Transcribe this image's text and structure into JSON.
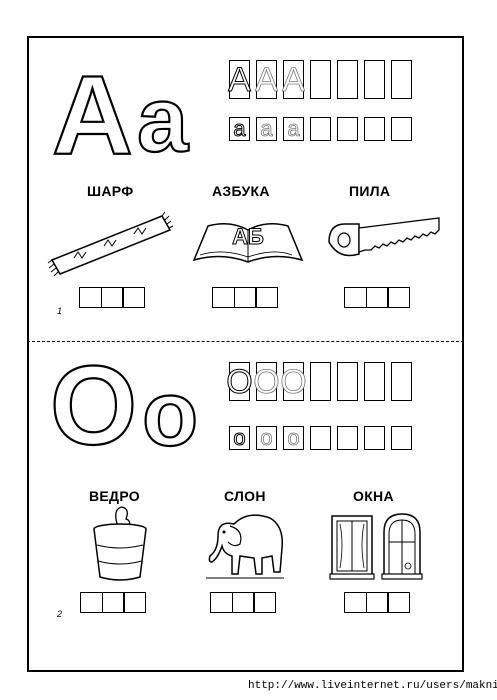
{
  "section1": {
    "upper_letter": "А",
    "lower_letter": "а",
    "upper_trace": [
      "А",
      "А",
      "А"
    ],
    "lower_trace": [
      "а",
      "а",
      "а"
    ],
    "words": [
      "ШАРФ",
      "АЗБУКА",
      "ПИЛА"
    ],
    "book_letters": "АБ",
    "page_number": "1"
  },
  "section2": {
    "upper_letter": "О",
    "lower_letter": "о",
    "upper_trace": [
      "О",
      "О",
      "О"
    ],
    "lower_trace": [
      "о",
      "о",
      "о"
    ],
    "words": [
      "ВЕДРО",
      "СЛОН",
      "ОКНА"
    ],
    "page_number": "2"
  },
  "footer": {
    "url": "http://www.liveinternet.ru/users/maknika/"
  },
  "icons": [
    "scarf-icon",
    "book-icon",
    "saw-icon",
    "bucket-icon",
    "elephant-icon",
    "window-icon"
  ]
}
